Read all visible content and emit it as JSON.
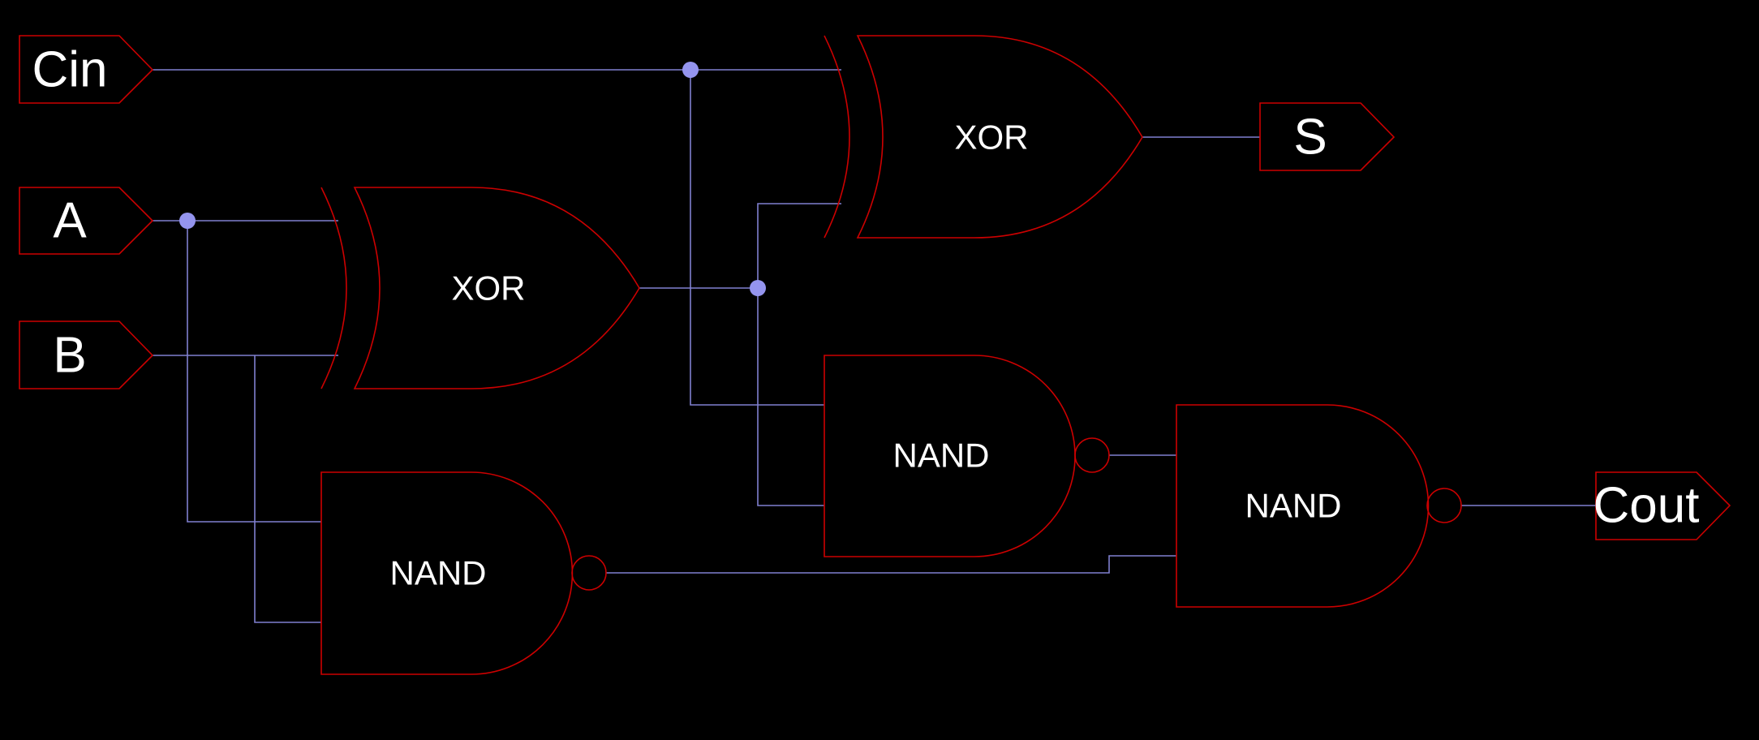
{
  "circuit": {
    "colors": {
      "background": "#000000",
      "gate_outline": "#cc0000",
      "wire": "#8080d0",
      "junction": "#9494ee",
      "text": "#ffffff"
    },
    "inputs": {
      "cin": "Cin",
      "a": "A",
      "b": "B"
    },
    "outputs": {
      "s": "S",
      "cout": "Cout"
    },
    "gates": {
      "xor1": "XOR",
      "xor2": "XOR",
      "nand_ab": "NAND",
      "nand_cx": "NAND",
      "nand_out": "NAND"
    }
  }
}
